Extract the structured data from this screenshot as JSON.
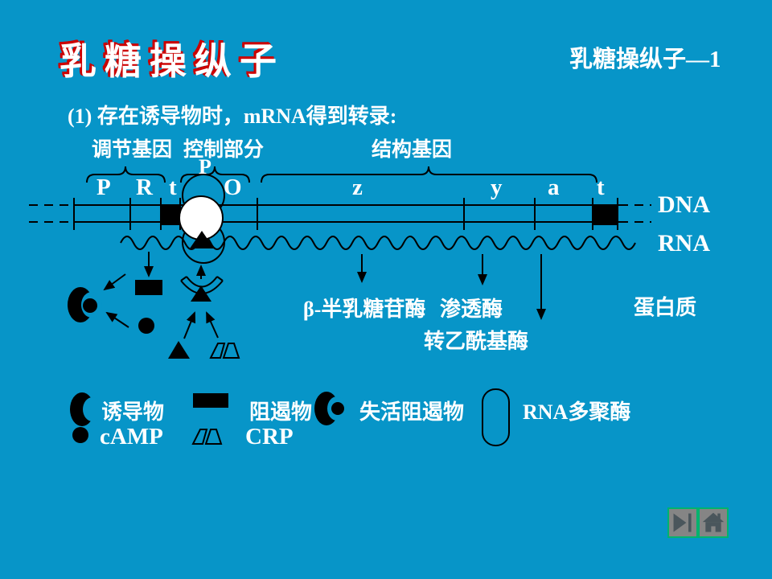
{
  "slide": {
    "title": "乳糖操纵子",
    "page_label": "乳糖操纵子—1",
    "subtitle": "(1) 存在诱导物时，mRNA得到转录:"
  },
  "diagram": {
    "region_labels": {
      "regulatory_gene": "调节基因",
      "control_region": "控制部分",
      "structural_genes": "结构基因",
      "promoter": "P"
    },
    "gene_letters": [
      {
        "label": "P"
      },
      {
        "label": "R"
      },
      {
        "label": "t"
      },
      {
        "label": "O"
      },
      {
        "label": "z"
      },
      {
        "label": "y"
      },
      {
        "label": "a"
      },
      {
        "label": "t"
      }
    ],
    "strand_labels": {
      "dna": "DNA",
      "rna": "RNA",
      "protein": "蛋白质"
    },
    "products": {
      "beta_galactosidase": "β-半乳糖苷酶",
      "permease": "渗透酶",
      "transacetylase": "转乙酰基酶"
    }
  },
  "legend": {
    "items": [
      {
        "label": "诱导物",
        "icon": "inducer-crescent-icon"
      },
      {
        "label": "阻遏物",
        "icon": "repressor-rectangle-icon"
      },
      {
        "label": "失活阻遏物",
        "icon": "inactivated-repressor-icon"
      },
      {
        "label": "RNA多聚酶",
        "icon": "rna-polymerase-capsule-icon"
      },
      {
        "label": "cAMP",
        "icon": "camp-dot-icon"
      },
      {
        "label": "CRP",
        "icon": "crp-trapezoid-icon"
      }
    ]
  },
  "nav": {
    "next_icon": "next-slide-icon",
    "home_icon": "home-icon"
  },
  "colors": {
    "background": "#0795C8",
    "title_fill": "#FFFFFF",
    "title_shadow": "#CC0000",
    "text": "#FFFFFF",
    "diagram_ink": "#000000",
    "button_bg": "#858585",
    "button_border": "#00B36E",
    "button_icon": "#4A565C"
  }
}
